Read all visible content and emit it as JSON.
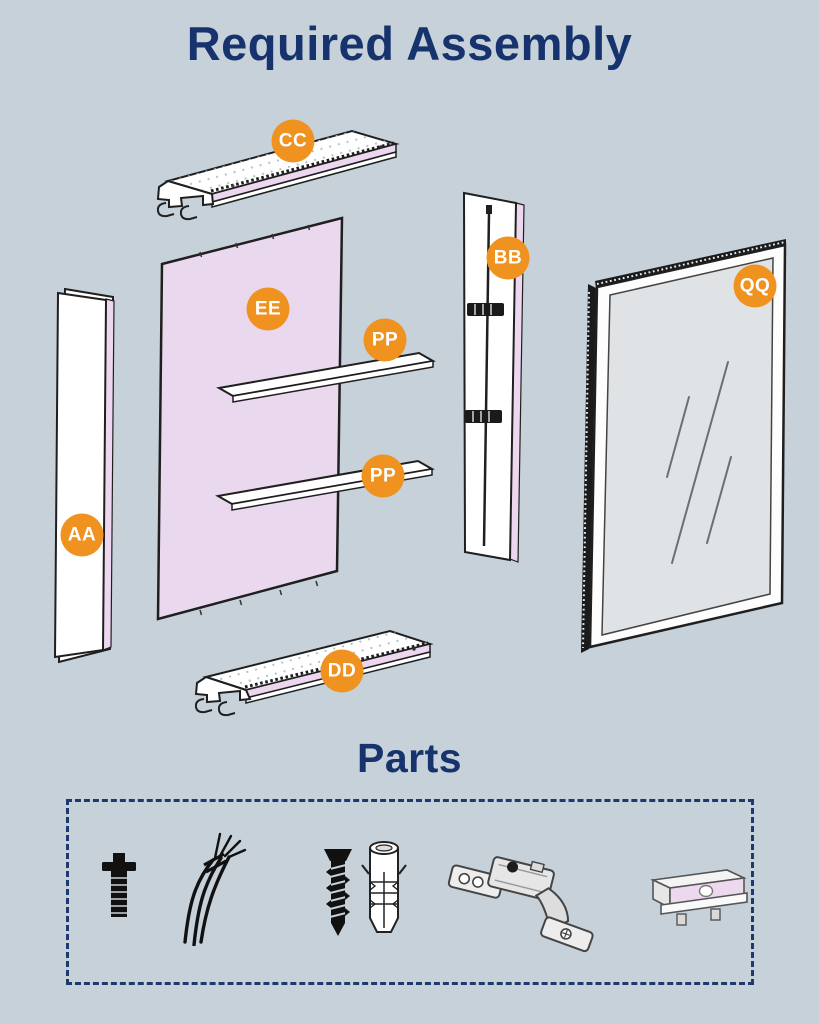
{
  "title": "Required Assembly",
  "parts_title": "Parts",
  "labels": {
    "aa": "AA",
    "bb": "BB",
    "cc": "CC",
    "dd": "DD",
    "ee": "EE",
    "pp": "PP",
    "qq": "QQ"
  },
  "diagram": {
    "parts": [
      {
        "id": "CC",
        "description-icon": "top-rail-panel"
      },
      {
        "id": "EE",
        "description-icon": "back-panel"
      },
      {
        "id": "PP",
        "description-icon": "shelf"
      },
      {
        "id": "PP",
        "description-icon": "shelf"
      },
      {
        "id": "AA",
        "description-icon": "left-side-panel"
      },
      {
        "id": "BB",
        "description-icon": "hinge-side-panel"
      },
      {
        "id": "QQ",
        "description-icon": "mirror-door"
      },
      {
        "id": "DD",
        "description-icon": "bottom-rail-panel"
      }
    ]
  },
  "parts_box": {
    "icons": [
      {
        "name": "bolt-icon"
      },
      {
        "name": "cables-icon"
      },
      {
        "name": "screw-icon"
      },
      {
        "name": "wall-anchor-icon"
      },
      {
        "name": "hinge-icon"
      },
      {
        "name": "mounting-bracket-icon"
      }
    ]
  },
  "colors": {
    "background": "#c7d1d9",
    "title_color": "#16336e",
    "badge_bg": "#f09220",
    "badge_text": "#ffffff",
    "panel_fill": "#ffffff",
    "panel_edge_pink": "#ecd7ef",
    "back_panel_pink": "#ead8ef",
    "mirror_glass": "#e0e3e5",
    "outline": "#1f1f1f",
    "parts_border": "#1e3a6d"
  }
}
